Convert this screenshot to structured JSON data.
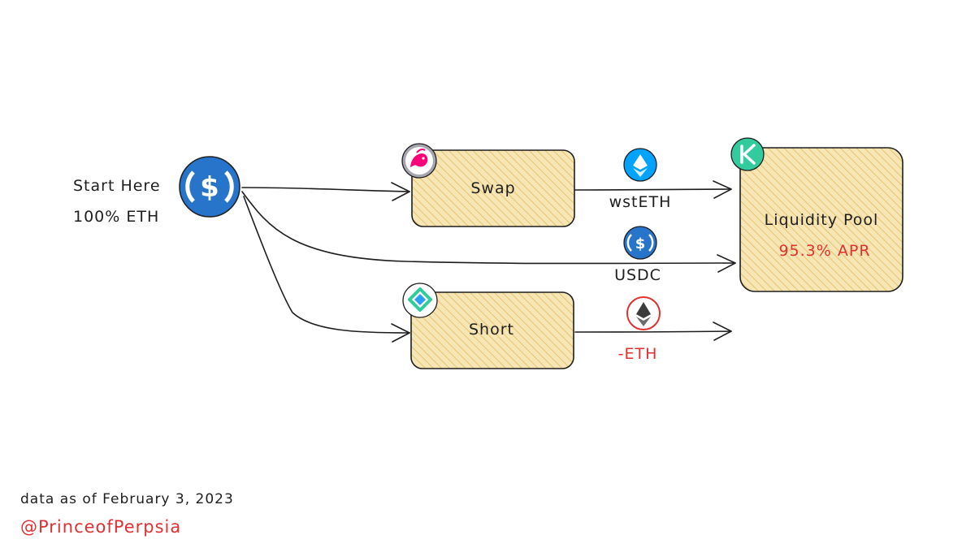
{
  "start": {
    "line1": "Start Here",
    "line2": "100% ETH",
    "icon": "usdc-icon"
  },
  "nodes": {
    "swap": {
      "label": "Swap",
      "icon": "uniswap-icon"
    },
    "short": {
      "label": "Short",
      "icon": "protocol-logo-icon"
    },
    "pool": {
      "label": "Liquidity Pool",
      "apr": "95.3% APR",
      "icon": "kyberswap-icon"
    }
  },
  "edges": {
    "wsteth": {
      "label": "wstETH",
      "icon": "wsteth-icon"
    },
    "usdc": {
      "label": "USDC",
      "icon": "usdc-icon"
    },
    "eth": {
      "label": "-ETH",
      "icon": "eth-icon"
    }
  },
  "footer": {
    "date": "data as of February 3, 2023",
    "handle": "@PrinceofPerpsia"
  },
  "colors": {
    "box_fill": "#f5dfa8",
    "hatch": "#e3b95a",
    "stroke": "#1e1e1e",
    "usdc_blue": "#2775ca",
    "wsteth_blue": "#00a3ff",
    "kyber_green": "#31cb9e",
    "red": "#e03131"
  }
}
